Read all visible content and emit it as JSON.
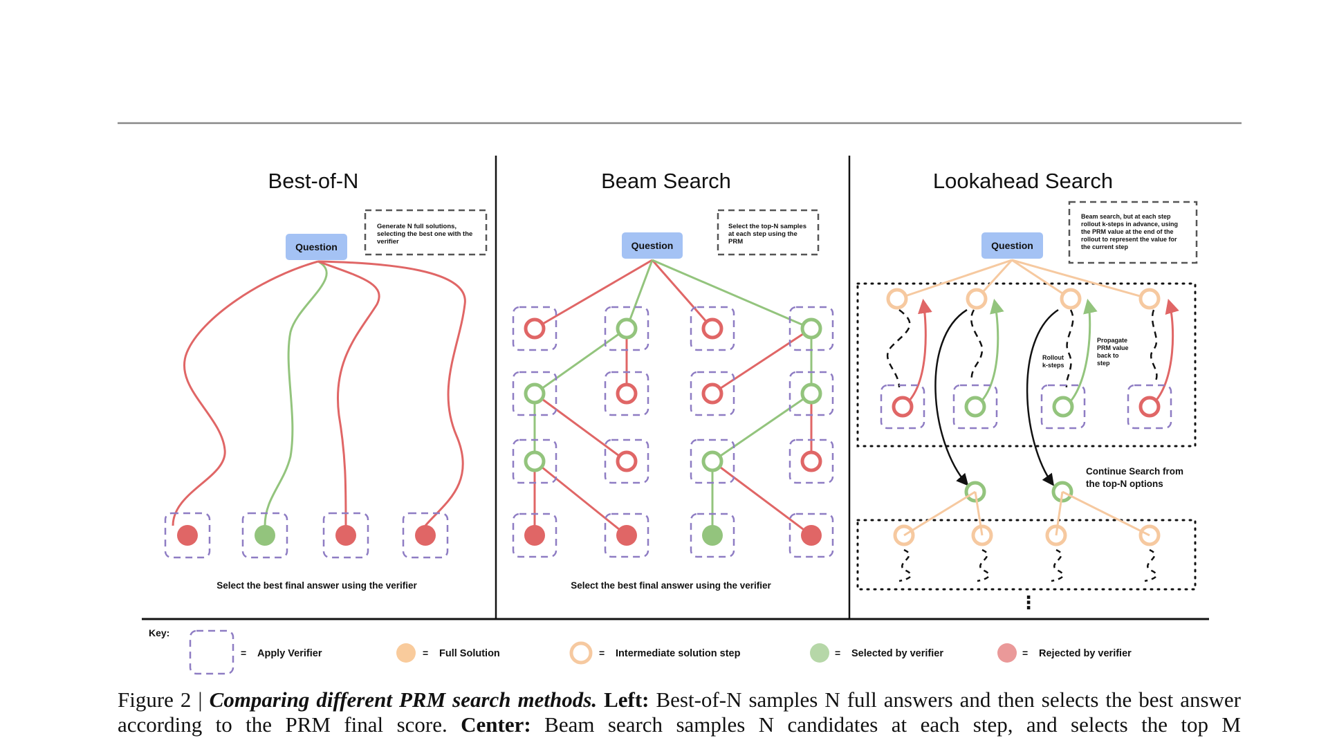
{
  "panels": {
    "left": {
      "title": "Best-of-N",
      "question": "Question",
      "note": [
        "Generate N full solutions,",
        "selecting the best one with the",
        "verifier"
      ],
      "bottom_label": "Select the best final answer using the verifier"
    },
    "center": {
      "title": "Beam Search",
      "question": "Question",
      "note": [
        "Select the top-N samples",
        "at each step using the",
        "PRM"
      ],
      "bottom_label": "Select the best final answer using the verifier"
    },
    "right": {
      "title": "Lookahead Search",
      "question": "Question",
      "note": [
        "Beam search, but at each step",
        "rollout k-steps in advance, using",
        "the PRM value at the end of the",
        "rollout to represent the value for",
        "the current step"
      ],
      "rollout_label": [
        "Rollout",
        "k-steps"
      ],
      "propagate_label": [
        "Propagate",
        "PRM value",
        "back to",
        "step"
      ],
      "continue_label": [
        "Continue Search from",
        "the top-N options"
      ],
      "ellipsis": "⋮"
    }
  },
  "key": {
    "title": "Key:",
    "items": [
      {
        "symbol": "verifier-box",
        "label": "Apply Verifier"
      },
      {
        "symbol": "full-solution",
        "label": "Full Solution"
      },
      {
        "symbol": "intermediate-step",
        "label": "Intermediate solution step"
      },
      {
        "symbol": "selected",
        "label": "Selected by verifier"
      },
      {
        "symbol": "rejected",
        "label": "Rejected by verifier"
      }
    ],
    "equals": "="
  },
  "caption": {
    "figure_label": "Figure 2 |",
    "title": "Comparing different PRM search methods.",
    "left_label": "Left:",
    "left_text": "Best-of-N samples N full answers and then selects the best answer according to the PRM final score.",
    "center_label": "Center:",
    "center_text": "Beam search samples N candidates at each step, and selects the top M"
  },
  "colors": {
    "red": "#e06666",
    "green": "#93c47d",
    "orange": "#f6c9a0",
    "orange_fill": "#f9cb9c",
    "blue": "#a4c2f4",
    "purple": "#8e7cc3",
    "rule": "#888888"
  }
}
